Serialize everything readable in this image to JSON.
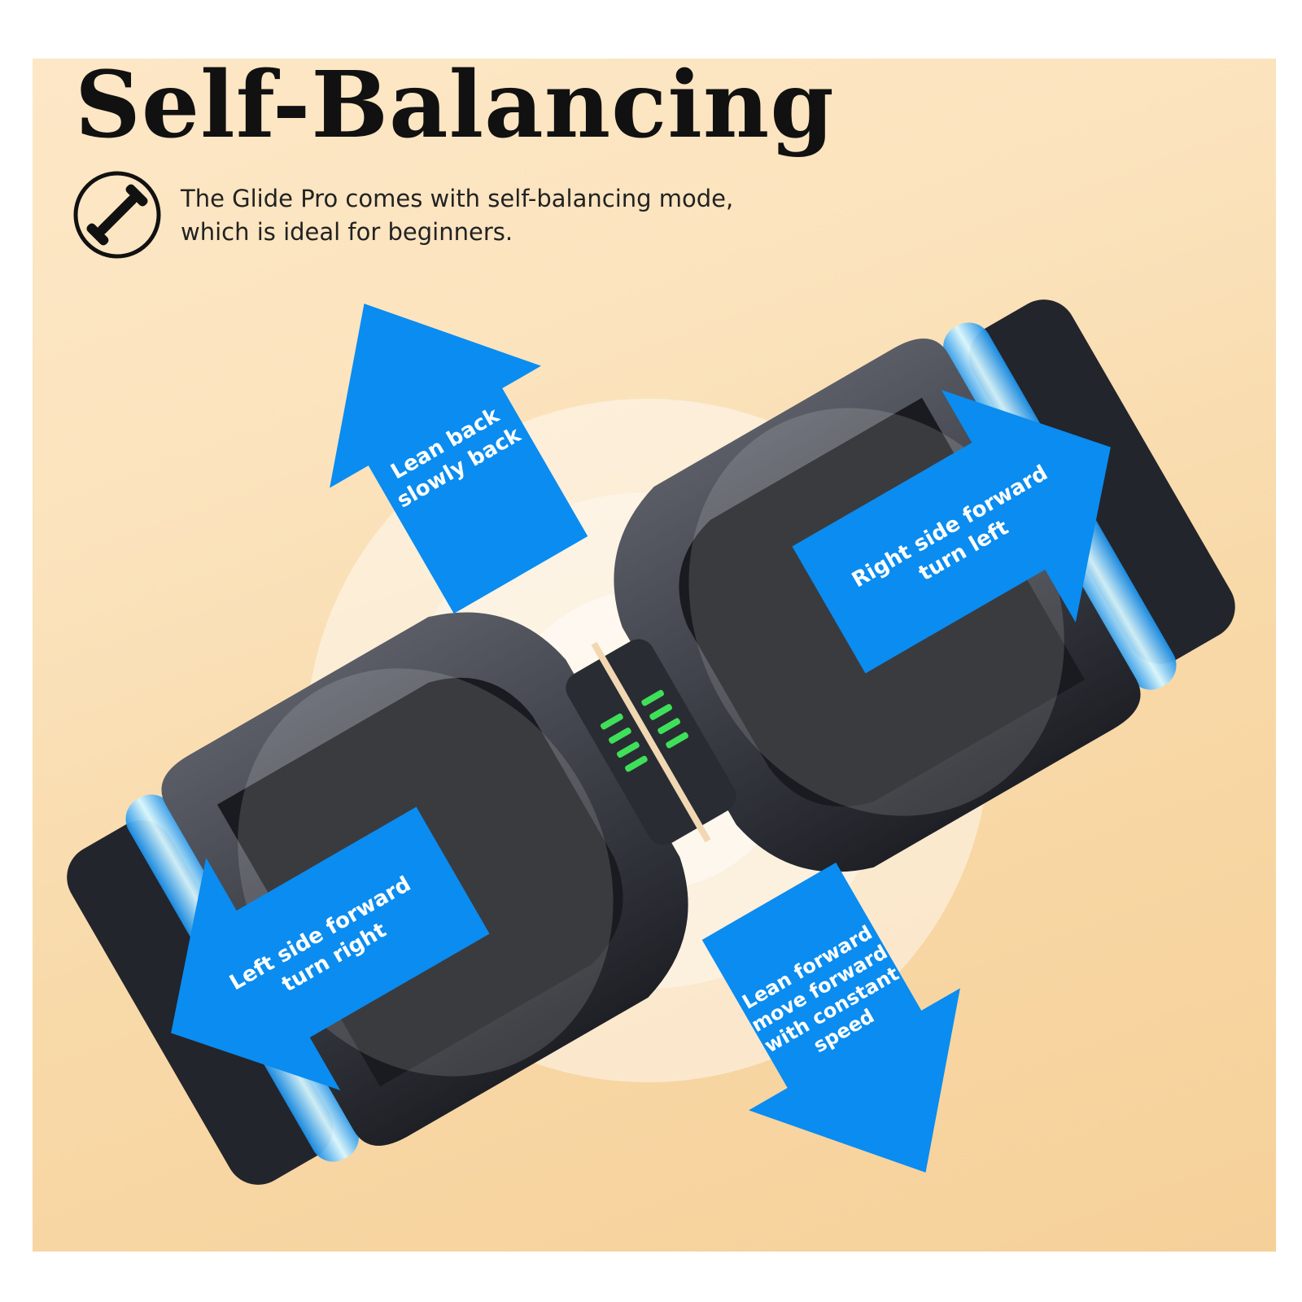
{
  "title": "Self-Balancing",
  "description": "The Glide Pro comes with self-balancing mode, which is ideal for beginners.",
  "feature_icon": "hoverboard-icon",
  "arrows": {
    "lean_back": {
      "line1": "Lean back",
      "line2": "slowly back"
    },
    "right_side": {
      "line1": "Right side forward",
      "line2": "turn left"
    },
    "left_side": {
      "line1": "Left side forward",
      "line2": "turn right"
    },
    "lean_forward": {
      "line1": "Lean forward",
      "line2": "move forward",
      "line3": "with constant",
      "line4": "speed"
    }
  },
  "colors": {
    "arrow_blue": "#0a8cf0",
    "wheel_glow": "#4fd6ff",
    "indicator_green": "#3ee05a",
    "background": "#fbe3bd"
  }
}
